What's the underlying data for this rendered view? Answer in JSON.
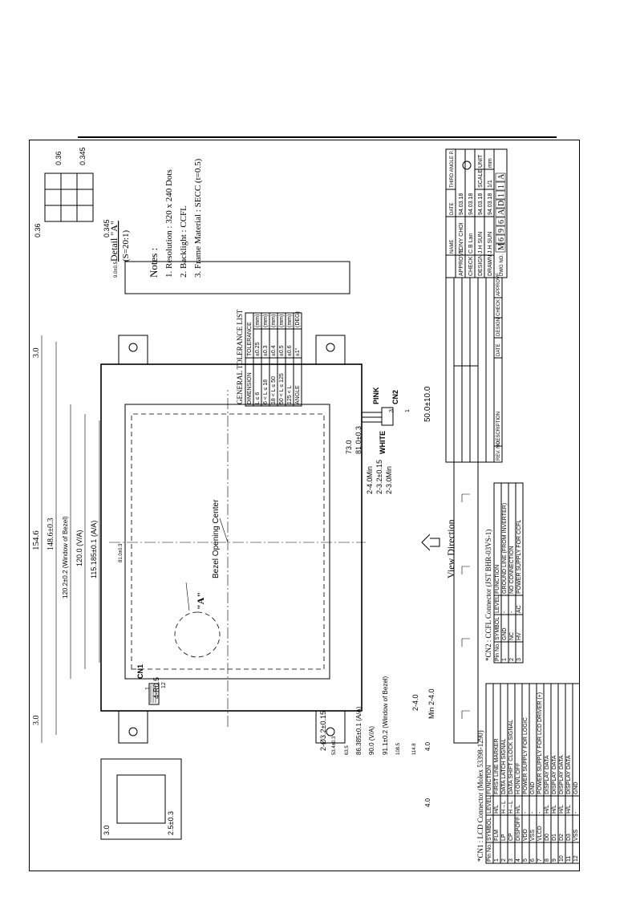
{
  "lcd": {
    "dims": {
      "h_overall": "154.6",
      "h_bezel": "148.6±0.3",
      "h_window": "120.2±0.2 (Window of Bezel)",
      "h_va": "120.0 (V/A)",
      "h_aa": "115.185±0.1 (A/A)",
      "h_small": "81.0±0.3",
      "left_margin": "3.0",
      "right_margin": "3.0",
      "w_overall": "114.8",
      "w_a": "108.5",
      "w_window": "91.1±0.2 (Window of Bezel)",
      "w_va": "90.0 (V/A)",
      "w_aa": "86.385±0.1 (A/A)",
      "w_b": "63.5",
      "w_c": "53.4±0.3",
      "bot_4a": "4.0",
      "bot_4b": "4.0",
      "holes": "2-Ø3.2±0.15",
      "min24": "Min 2-4.0",
      "d24": "2-4.0",
      "r05": "4-R0.5",
      "top_a": "81.0±0.3",
      "top_b": "73.0",
      "top_c": "2-4.0Min",
      "top_d": "2-3.2±0.15",
      "top_e": "2-3.0Min",
      "cable": "50.0±10.0",
      "thick": "9.0±0.5",
      "side_b1": "3.0",
      "side_b2": "2.5±0.3"
    },
    "labels": {
      "bezel_center": "Bezel Opening Center",
      "detail_ref": "\"A\"",
      "cn1": "CN1",
      "cn2": "CN2",
      "pink": "PINK",
      "white": "WHITE",
      "pin1": "1",
      "pin12": "12",
      "pin3": "3",
      "pin1b": "1",
      "view_direction": "View Direction"
    },
    "detail": {
      "title": "Detail \"A\"",
      "scale": "(S=20:1)",
      "d1": "0.36",
      "d2": "0.345",
      "d3": "0.345",
      "d4": "0.36"
    },
    "notes": {
      "title": "Notes :",
      "items": [
        "1. Resolution : 320 x 240 Dots",
        "2. Backlight : CCFL",
        "3. Frame Material : SECC (t=0.5)"
      ]
    }
  },
  "cn1": {
    "title": "*CN1 : LCD Connector (Molex 53398-1290)",
    "headers": [
      "Pin No.",
      "SYMBOL",
      "LEVEL",
      "FUNCTION"
    ],
    "rows": [
      [
        "1",
        "FLM",
        "H/L",
        "FIRST LINE MARKER"
      ],
      [
        "2",
        "LP",
        "H→L",
        "DATA LATCH SIGNAL"
      ],
      [
        "3",
        "CP",
        "H→L",
        "DATA SHIFT CLOCK SIGNAL"
      ],
      [
        "4",
        "DISPOFF",
        "H/L",
        "H:ON/L:OFF"
      ],
      [
        "5",
        "VDD",
        "-",
        "POWER SUPPLY FOR LOGIC"
      ],
      [
        "6",
        "VSS",
        "-",
        "GND"
      ],
      [
        "7",
        "VLCD",
        "-",
        "POWER SUPPLY FOR LCD DRIVER (+)"
      ],
      [
        "8",
        "D0",
        "H/L",
        "DISPLAY DATA"
      ],
      [
        "9",
        "D1",
        "H/L",
        "DISPLAY DATA"
      ],
      [
        "10",
        "D2",
        "H/L",
        "DISPLAY DATA"
      ],
      [
        "11",
        "D3",
        "H/L",
        "DISPLAY DATA"
      ],
      [
        "12",
        "VSS",
        "-",
        "GND"
      ]
    ]
  },
  "cn2": {
    "title": "*CN2 : CCFL Connector (JST BHR-03VS-1)",
    "headers": [
      "Pin No.",
      "SYMBOL",
      "LEVEL",
      "FUNCTION"
    ],
    "rows": [
      [
        "1",
        "GND",
        "-",
        "GROUND LINE (FROM INVERTER)"
      ],
      [
        "2",
        "NC",
        "-",
        "NO CONNECTION"
      ],
      [
        "3",
        "HV",
        "AC",
        "POWER SUPPLY FOR CCFL"
      ]
    ]
  },
  "tolerance": {
    "title": "GENERAL TOLERANCE LIST",
    "headers": [
      "DIMENSION",
      "TOLERANCE"
    ],
    "rows": [
      [
        "L ≤ 6",
        "±0.25",
        "(mm)"
      ],
      [
        "6 < L ≤ 18",
        "±0.3",
        "(mm)"
      ],
      [
        "18 < L ≤ 50",
        "±0.4",
        "(mm)"
      ],
      [
        "50 < L ≤ 125",
        "±0.5",
        "(mm)"
      ],
      [
        "125 < L",
        "±0.6",
        "(mm)"
      ],
      [
        "ANGLE",
        "±1°",
        "(DEG)"
      ]
    ]
  },
  "revision": {
    "headers": [
      "REV. NO.",
      "DESCRIPTION",
      "DATE",
      "DESIGN",
      "CHECK",
      "APPROVE"
    ]
  },
  "title_block": {
    "header": [
      "",
      "NAME",
      "DATE",
      "THIRD ANGLE P."
    ],
    "rows": [
      [
        "APPROVE",
        "TONY CHOI",
        "94.03.18"
      ],
      [
        "CHECK",
        "C.B Lan",
        "94.03.18"
      ],
      [
        "DESIGN",
        "J.H SUN",
        "94.03.18",
        "SCALE",
        "UNIT"
      ],
      [
        "DRAWN",
        "J.H SUN",
        "94.03.18",
        "1/1",
        "mm"
      ]
    ],
    "dwg_label": "DWG NO.",
    "dwg_chars": [
      "M",
      "6",
      "9",
      "6",
      "A",
      "D",
      "1",
      "1",
      "A"
    ]
  }
}
